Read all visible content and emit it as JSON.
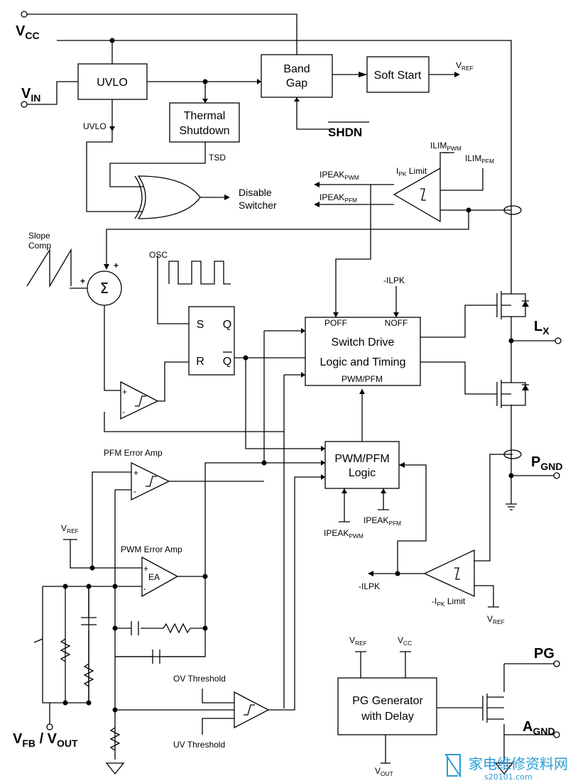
{
  "pins": {
    "vcc": "V",
    "vcc_sub": "CC",
    "vin": "V",
    "vin_sub": "IN",
    "lx": "L",
    "lx_sub": "X",
    "pgnd": "P",
    "pgnd_sub": "GND",
    "pg": "PG",
    "agnd": "A",
    "agnd_sub": "GND",
    "vfb": "V",
    "vfb_sub": "FB",
    "vfb_sep": " / V",
    "vout_sub": "OUT"
  },
  "blocks": {
    "uvlo": "UVLO",
    "bandgap_line1": "Band",
    "bandgap_line2": "Gap",
    "softstart": "Soft Start",
    "thermal_line1": "Thermal",
    "thermal_line2": "Shutdown",
    "switchdrive_line1": "Switch Drive",
    "switchdrive_line2": "Logic and Timing",
    "pwmpfm_line1": "PWM/PFM",
    "pwmpfm_line2": "Logic",
    "pggen_line1": "PG Generator",
    "pggen_line2": "with Delay",
    "ea": "EA",
    "sr_s": "S",
    "sr_r": "R",
    "sr_q": "Q",
    "sr_qbar": "Q",
    "sum": "Σ"
  },
  "labels": {
    "vref": "V",
    "vref_sub": "REF",
    "shdn": "SHDN",
    "uvlo_sig": "UVLO",
    "tsd": "TSD",
    "disable1": "Disable",
    "disable2": "Switcher",
    "ipk_limit": "I",
    "ipk_limit_sub": "PK",
    "ipk_limit_rest": " Limit",
    "ilim_pwm": "ILIM",
    "ilim_pwm_sub": "PWM",
    "ilim_pfm": "ILIM",
    "ilim_pfm_sub": "PFM",
    "ipeak_pwm": "IPEAK",
    "ipeak_pwm_sub": "PWM",
    "ipeak_pfm": "IPEAK",
    "ipeak_pfm_sub": "PFM",
    "slope1": "Slope",
    "slope2": "Comp",
    "osc": "OSC",
    "neg_ilpk": "-ILPK",
    "poff": "POFF",
    "noff": "NOFF",
    "pwm_pfm": "PWM/PFM",
    "pfm_err_amp": "PFM Error Amp",
    "pwm_err_amp": "PWM Error Amp",
    "neg_ipk_limit": "-I",
    "neg_ipk_limit_sub": "PK",
    "neg_ipk_limit_rest": " Limit",
    "vcc": "V",
    "vcc_sub": "CC",
    "vout": "V",
    "vout_sub": "OUT",
    "ov_threshold": "OV Threshold",
    "uv_threshold": "UV Threshold",
    "plus": "+",
    "minus": "-"
  },
  "watermark": {
    "text": "家电维修资料网",
    "url": "s20101.com"
  }
}
